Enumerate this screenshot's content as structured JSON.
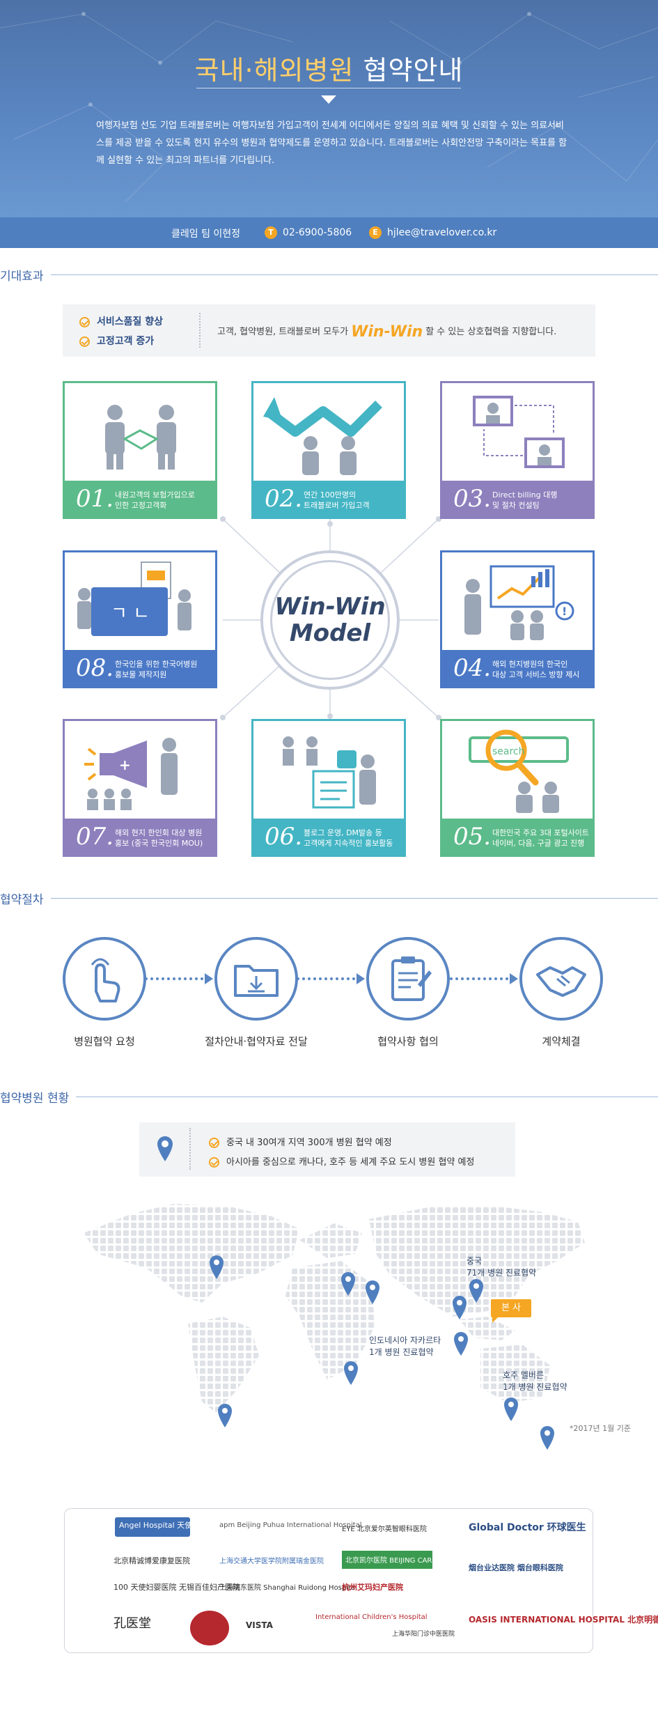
{
  "header": {
    "title_highlight": "국내·해외병원",
    "title_rest": "협약안내",
    "description": "여행자보험 선도 기업 트래블로버는 여행자보험 가입고객이 전세계 어디에서든 양질의 의료 혜택 및 신뢰할 수 있는 의료서비스를 제공 받을 수 있도록 현지 유수의 병원과 협약제도를 운영하고 있습니다. 트래블로버는 사회안전망 구축이라는 목표를 함께 실현할 수 있는 최고의 파트너를 기다립니다.",
    "contact_name": "클레임 팀 이현정",
    "phone_badge": "T",
    "phone": "02-6900-5806",
    "email_badge": "E",
    "email": "hjlee@travelover.co.kr"
  },
  "sections": {
    "effects": "기대효과",
    "process": "협약절차",
    "hospitals": "협약병원 현황"
  },
  "effects_banner": {
    "items": [
      "서비스품질 향상",
      "고정고객 증가"
    ],
    "message_before": "고객, 협약병원, 트래블로버 모두가",
    "message_highlight": "Win-Win",
    "message_after": "할 수 있는 상호협력을 지향합니다."
  },
  "center": {
    "line1": "Win-Win",
    "line2": "Model"
  },
  "cards": [
    {
      "num": "01.",
      "line1": "내원고객의 보험가입으로",
      "line2": "인한 고정고객화",
      "icon": "handshake-icon"
    },
    {
      "num": "02.",
      "line1": "연간 100만명의",
      "line2": "트래블로버 가입고객",
      "icon": "growth-arrow-icon"
    },
    {
      "num": "03.",
      "line1": "Direct billing 대행",
      "line2": "및 절차 컨설팅",
      "icon": "billing-flow-icon"
    },
    {
      "num": "04.",
      "line1": "해외 현지병원의 한국인",
      "line2": "대상 고객 서비스 방향 제시",
      "icon": "presentation-icon"
    },
    {
      "num": "05.",
      "line1": "대한민국 주요 3대 포털사이트",
      "line2": "네이버, 다음, 구글 광고 진행",
      "icon": "search-icon"
    },
    {
      "num": "06.",
      "line1": "블로그 운영, DM발송 등",
      "line2": "고객에게 지속적인 홍보활동",
      "icon": "promotion-icon"
    },
    {
      "num": "07.",
      "line1": "해외 현지 한인회 대상 병원",
      "line2": "홍보 (중국 한국인회 MOU)",
      "icon": "megaphone-icon"
    },
    {
      "num": "08.",
      "line1": "한국인을 위한 한국어병원",
      "line2": "홍보물 제작지원",
      "icon": "brochure-icon"
    }
  ],
  "process_steps": [
    {
      "label": "병원협약 요청",
      "icon": "touch-icon"
    },
    {
      "label": "절차안내·협약자료 전달",
      "icon": "folder-icon"
    },
    {
      "label": "협약사항 협의",
      "icon": "clipboard-icon"
    },
    {
      "label": "계약체결",
      "icon": "handshake-icon"
    }
  ],
  "hospitals_box": {
    "items": [
      "중국 내 30여개 지역 300개 병원 협약 예정",
      "아시아를 중심으로 캐나다, 호주 등 세계 주요 도시 병원 협약 예정"
    ]
  },
  "map": {
    "china_line1": "중국",
    "china_line2": "71개 병원 진료협약",
    "hq": "본 사",
    "indonesia_line1": "인도네시아 자카르타",
    "indonesia_line2": "1개 병원 진료협약",
    "australia_line1": "호주 멜버른",
    "australia_line2": "1개 병원 진료협약",
    "footnote": "*2017년 1월 기준"
  },
  "logos": [
    "Angel Hospital 天使妇儿医院",
    "北京精诚博爱康复医院",
    "100 天使妇婴医院 无锡百佳妇产医院",
    "孔医堂",
    "apm Beijing Puhua International Hospital",
    "上海交通大学医学院附属瑞金医院",
    "上海瑞东医院 Shanghai Ruidong Hospital",
    "EYE 北京爱尔英智眼科医院",
    "北京凯尔医院 BEIJING CARE HOSPITAL",
    "杭州艾玛妇产医院",
    "International Children's Hospital",
    "VISTA",
    "上海华阳门诊中医医院",
    "Global Doctor 环球医生",
    "烟台业达医院 烟台眼科医院",
    "OASIS INTERNATIONAL HOSPITAL 北京明德医院"
  ],
  "colors": {
    "primary": "#4f7fbf",
    "accent": "#f5a623",
    "green": "#5cbb8a",
    "teal": "#44b5c4",
    "purple": "#8d80bd",
    "blue": "#4a78c6"
  }
}
